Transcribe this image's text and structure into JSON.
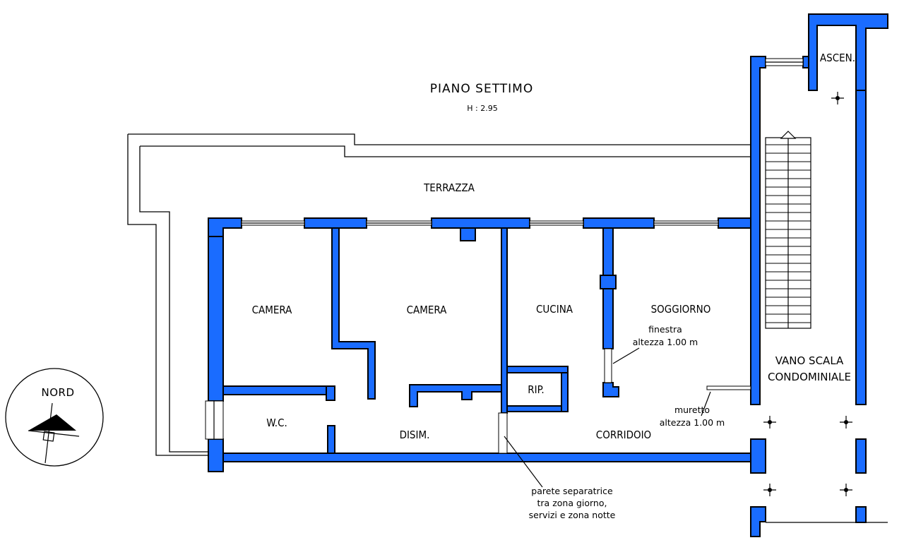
{
  "plan": {
    "title": "PIANO SETTIMO",
    "height": "H : 2.95",
    "terrace": "TERRAZZA",
    "compass": "NORD",
    "rooms": {
      "camera_1": "CAMERA",
      "camera_2": "CAMERA",
      "cucina": "CUCINA",
      "soggiorno": "SOGGIORNO",
      "rip": "RIP.",
      "wc": "W.C.",
      "disim": "DISIM.",
      "corridoio": "CORRIDOIO",
      "ascen": "ASCEN.",
      "vano_scala_1": "VANO SCALA",
      "vano_scala_2": "CONDOMINIALE"
    },
    "notes": {
      "finestra_1": "finestra",
      "finestra_2": "altezza 1.00 m",
      "muretto_1": "muretto",
      "muretto_2": "altezza 1.00 m",
      "parete_1": "parete separatrice",
      "parete_2": "tra zona giorno,",
      "parete_3": "servizi e zona notte"
    },
    "colors": {
      "wall": "#1a6cff",
      "line": "#000000"
    }
  }
}
